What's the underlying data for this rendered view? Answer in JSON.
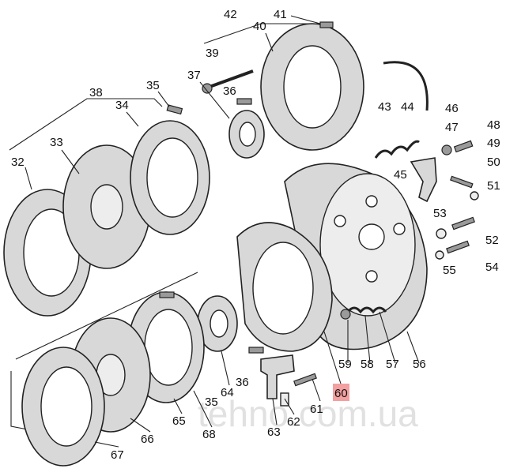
{
  "labels": {
    "l32": "32",
    "l33": "33",
    "l34": "34",
    "l35a": "35",
    "l36a": "36",
    "l37": "37",
    "l38": "38",
    "l39": "39",
    "l40": "40",
    "l41": "41",
    "l42": "42",
    "l43": "43",
    "l44": "44",
    "l45": "45",
    "l46": "46",
    "l47": "47",
    "l48": "48",
    "l49": "49",
    "l50": "50",
    "l51": "51",
    "l52": "52",
    "l53": "53",
    "l54": "54",
    "l55": "55",
    "l56": "56",
    "l57": "57",
    "l58": "58",
    "l59": "59",
    "l60": "60",
    "l61": "61",
    "l62": "62",
    "l63": "63",
    "l64": "64",
    "l65": "65",
    "l66": "66",
    "l67": "67",
    "l68": "68",
    "l35b": "35",
    "l36b": "36"
  },
  "highlighted_label": "60",
  "highlight_color": "#f2a0a0",
  "watermark": "tehno.com.ua"
}
